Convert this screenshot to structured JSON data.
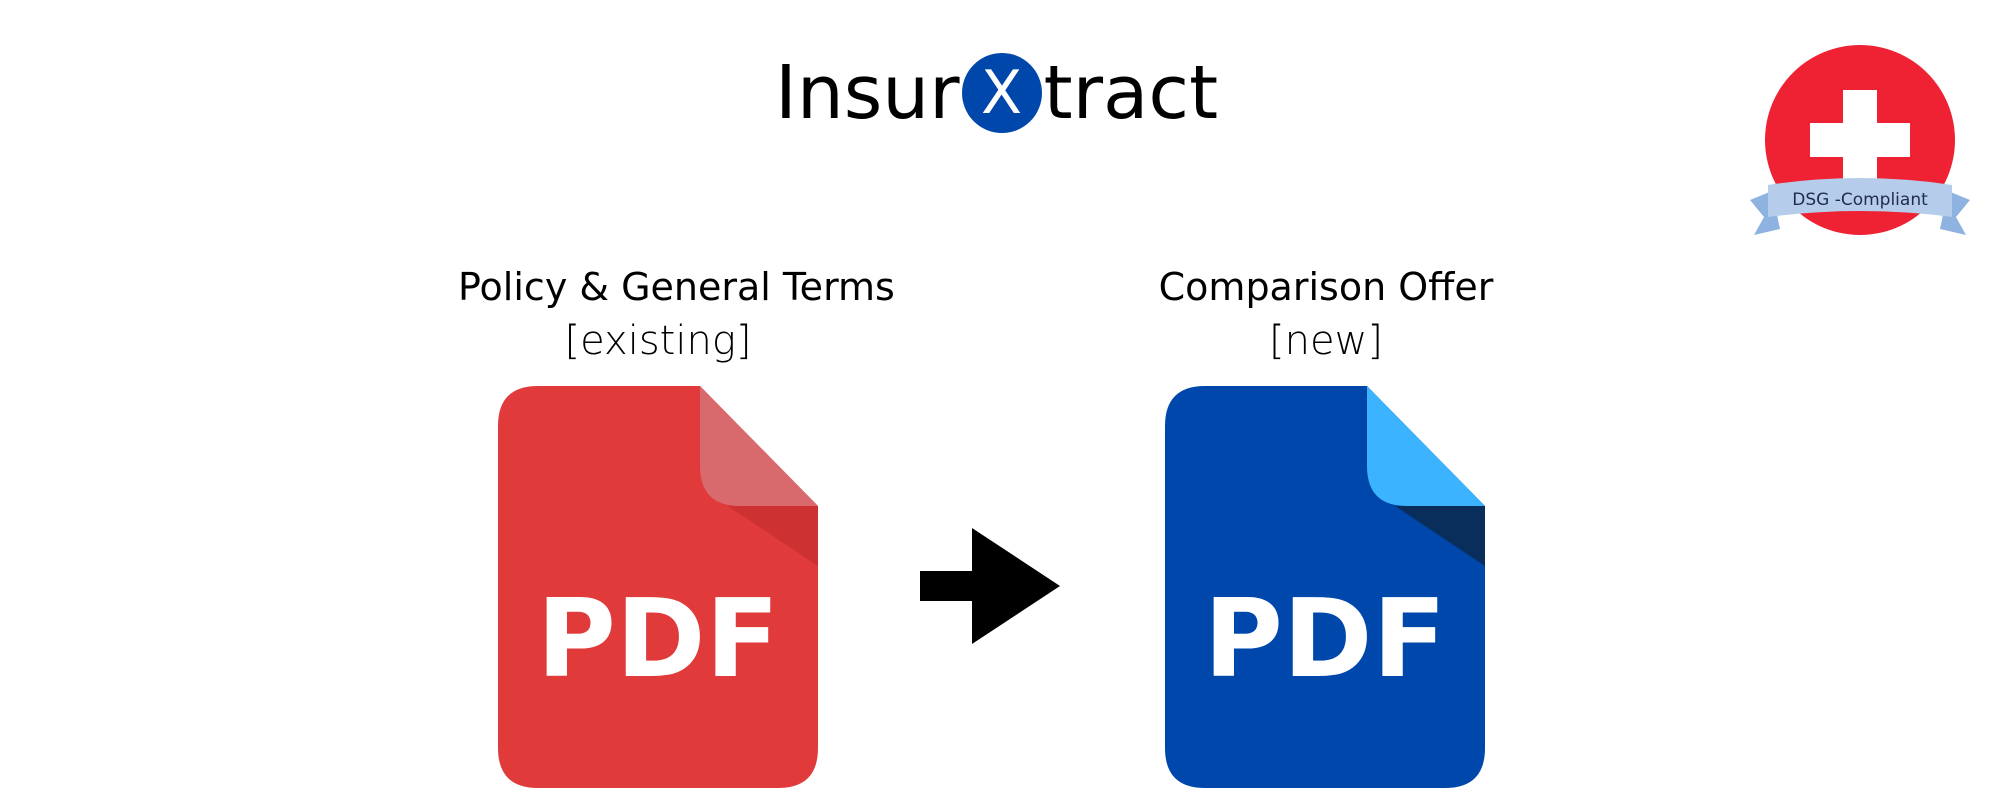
{
  "logo": {
    "prefix": "Insur",
    "x_letter": "X",
    "suffix": "tract",
    "badge_color": "#0047AB"
  },
  "left_document": {
    "title": "Policy & General Terms",
    "status": "[existing]",
    "icon_label": "PDF",
    "color": "#E03A3A"
  },
  "right_document": {
    "title": "Comparison Offer",
    "status": "[new]",
    "icon_label": "PDF",
    "color": "#0047AB"
  },
  "badge": {
    "label": "DSG -Compliant",
    "circle_color": "#EE2233",
    "ribbon_color": "#A8C4E6"
  },
  "arrow": {
    "icon": "arrow-right-icon"
  }
}
